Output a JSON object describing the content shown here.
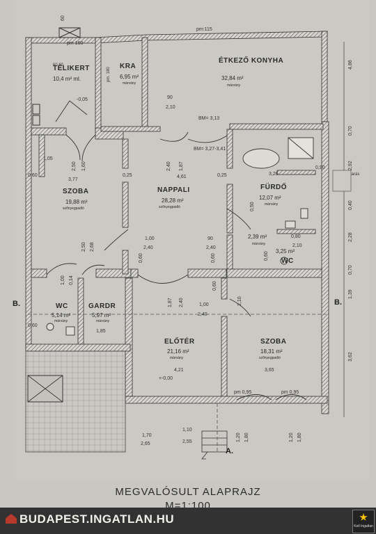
{
  "plan": {
    "rooms": [
      {
        "id": "telikert",
        "name": "TÉLIKERT",
        "area": "10,4 m² ml.",
        "material": ""
      },
      {
        "id": "kra",
        "name": "KRA",
        "area": "6,95 m²",
        "material": "márvány"
      },
      {
        "id": "etkezo",
        "name": "ÉTKEZŐ KONYHA",
        "area": "32,84 m²",
        "material": "márvány"
      },
      {
        "id": "szoba1",
        "name": "SZOBA",
        "area": "19,88 m²",
        "material": "szőnyegpadló"
      },
      {
        "id": "nappali",
        "name": "NAPPALI",
        "area": "28,28 m²",
        "material": "szőnyegpadló"
      },
      {
        "id": "furdo",
        "name": "FÜRDŐ",
        "area": "12,07 m²",
        "material": "márvány"
      },
      {
        "id": "wc1",
        "name": "WC",
        "area": "5,14 m²",
        "material": "márvány"
      },
      {
        "id": "gardr",
        "name": "GARDR",
        "area": "5,97 m²",
        "material": "márvány"
      },
      {
        "id": "eloter",
        "name": "ELŐTÉR",
        "area": "21,16 m²",
        "material": "márvány"
      },
      {
        "id": "szoba2",
        "name": "SZOBA",
        "area": "18,31 m²",
        "material": "szőnyegpadló"
      },
      {
        "id": "wc2",
        "name": "WC",
        "area": "3,25 m²",
        "material": ""
      },
      {
        "id": "hall",
        "name": "",
        "area": "2,39 m²",
        "material": "márvány"
      }
    ],
    "dims": {
      "d_60_top": "60",
      "d_pm_160": "pm 160",
      "d_pm_115": "pm:115",
      "d_6060": "60 60",
      "d_pm180": "pm. 180",
      "d_005": "-0,05",
      "d_bm313": "BM= 3,13",
      "d_90a": "90",
      "d_210a": "2,10",
      "d_bm327": "BM= 3,27-3,41",
      "d_105": "1,05",
      "d_250a": "2,50",
      "d_160": "1,60",
      "d_240a": "2,40",
      "d_187a": "1,87",
      "d_461": "4,61",
      "d_326": "3,26",
      "d_060a": "0,60",
      "d_025a": "0,25",
      "d_377": "3,77",
      "d_050": "0,50",
      "d_100a": "1,00",
      "d_240b": "2,40",
      "d_90b": "90",
      "d_240c": "2,40",
      "d_210b": "2,10",
      "d_080": "0,80",
      "d_250b": "2,50",
      "d_268": "2,68",
      "d_060b": "0,60",
      "d_060c": "0,60",
      "d_060d": "0,60",
      "d_187b": "1,87",
      "d_240d": "2,40",
      "d_100b": "1,00",
      "d_240e": "2,40",
      "d_210c": "2,10",
      "d_100c": "1,00",
      "d_185": "1,85",
      "d_060e": "0,60",
      "d_025b": "0,25",
      "d_421": "4,21",
      "d_365": "3,65",
      "d_060f": "0,60",
      "d_000": "+-0,00",
      "d_pm095a": "pm 0,95",
      "d_pm095b": "pm 0,95",
      "d_170": "1,70",
      "d_265": "2,65",
      "d_110": "1,10",
      "d_255": "2,55",
      "d_120a": "1,20",
      "d_180": "1,80",
      "d_120b": "1,20",
      "d_180b": "1,80",
      "d_486": "4,86",
      "d_070a": "0,70",
      "d_292": "2,92",
      "d_040": "0,40",
      "d_228": "2,28",
      "d_070b": "0,70",
      "d_139": "1,39",
      "d_362": "3,62",
      "d_090": "0,90",
      "d_rabic": "rabic takarás",
      "d_014": "0,14"
    },
    "section_marks": {
      "left": "B.",
      "right": "B.",
      "bottom": "A."
    }
  },
  "title": {
    "main": "MEGVALÓSULT ALAPRAJZ",
    "scale": "M=1:100"
  },
  "footer": {
    "brand": "BUDAPEST.INGATLAN.HU",
    "badge": "Kell Ingatlan"
  },
  "colors": {
    "paper": "#c9c7c2",
    "wall_hatch": "#555555",
    "footer": "#323232",
    "badge_star": "#f4c400"
  }
}
